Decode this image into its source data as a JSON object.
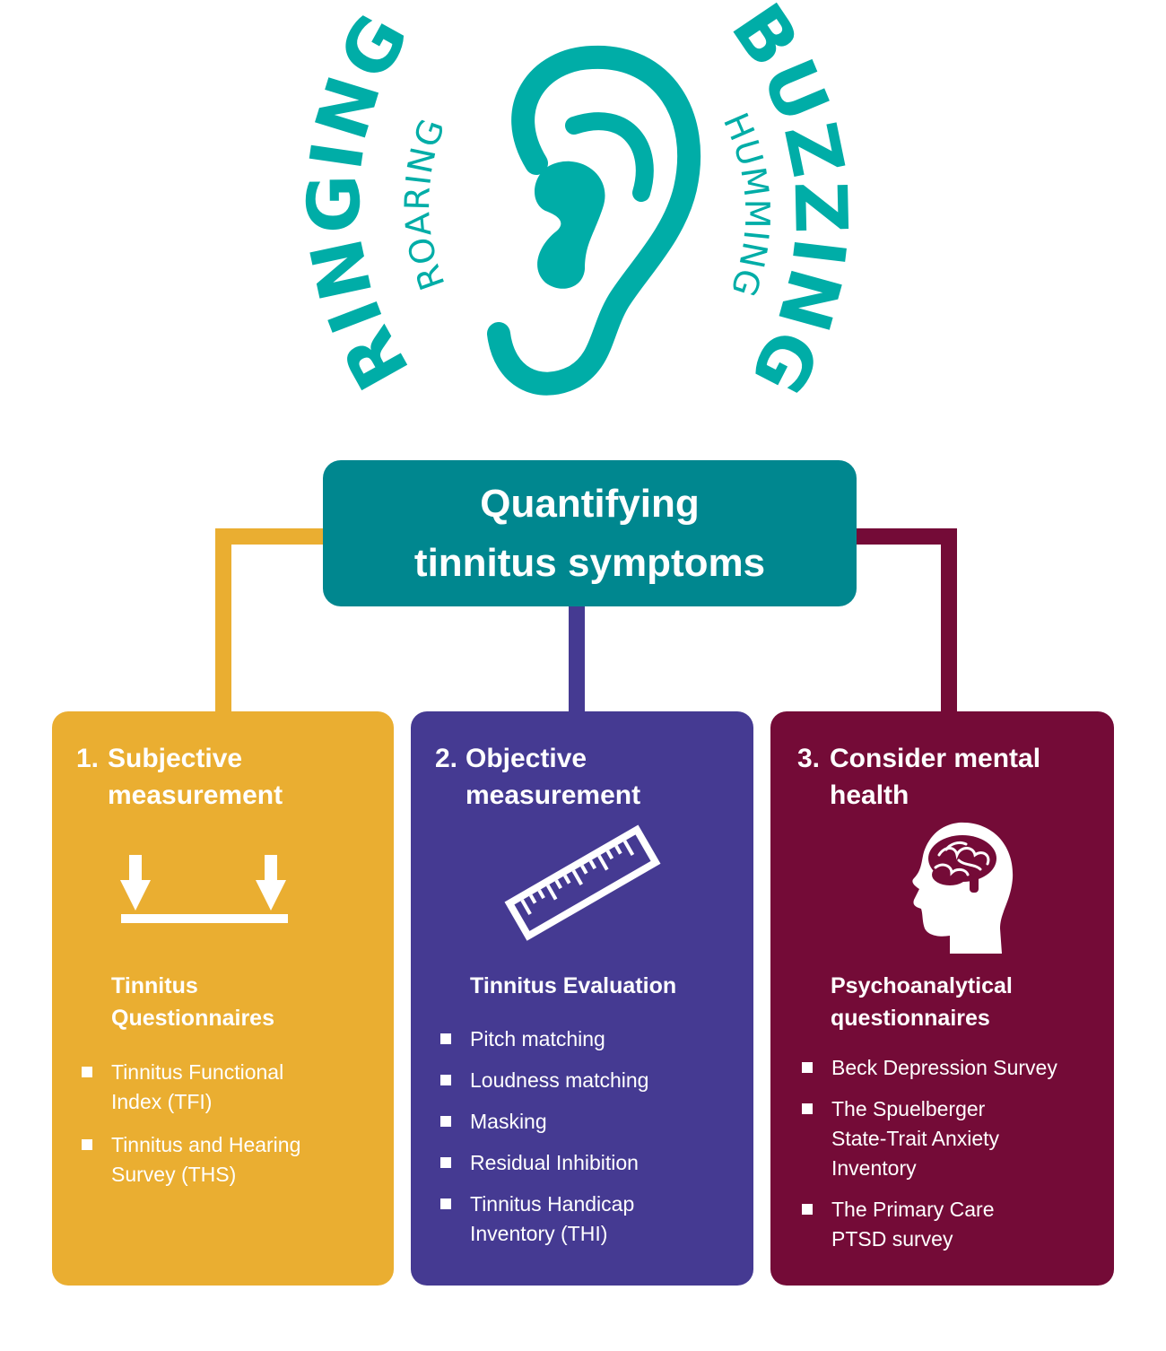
{
  "header": {
    "words": {
      "ringing": "RINGING",
      "roaring": "ROARING",
      "buzzing": "BUZZING",
      "humming": "HUMMING"
    },
    "icon": "ear-icon",
    "color": "#00ADA7"
  },
  "hub": {
    "line1": "Quantifying",
    "line2": "tinnitus symptoms",
    "color": "#00878F"
  },
  "cards": [
    {
      "number": "1.",
      "title_line1": "Subjective",
      "title_line2": "measurement",
      "icon": "two-arrows-scale-icon",
      "subtitle_line1": "Tinnitus",
      "subtitle_line2": "Questionnaires",
      "items": [
        {
          "line1": "Tinnitus Functional",
          "line2": "Index (TFI)"
        },
        {
          "line1": "Tinnitus and Hearing",
          "line2": "Survey (THS)"
        }
      ],
      "color": "#EAAE31"
    },
    {
      "number": "2.",
      "title_line1": "Objective",
      "title_line2": "measurement",
      "icon": "ruler-icon",
      "subtitle_line1": "Tinnitus Evaluation",
      "items": [
        {
          "line1": "Pitch matching"
        },
        {
          "line1": "Loudness matching"
        },
        {
          "line1": "Masking"
        },
        {
          "line1": "Residual Inhibition"
        },
        {
          "line1": "Tinnitus Handicap",
          "line2": "Inventory (THI)"
        }
      ],
      "color": "#453A92"
    },
    {
      "number": "3.",
      "title_line1": "Consider mental",
      "title_line2": "health",
      "icon": "head-brain-icon",
      "subtitle_line1": "Psychoanalytical",
      "subtitle_line2": "questionnaires",
      "items": [
        {
          "line1": "Beck Depression Survey"
        },
        {
          "line1": "The Spuelberger",
          "line2": "State-Trait Anxiety",
          "line3": "Inventory"
        },
        {
          "line1": "The Primary Care",
          "line2": "PTSD survey"
        }
      ],
      "color": "#740B37"
    }
  ]
}
